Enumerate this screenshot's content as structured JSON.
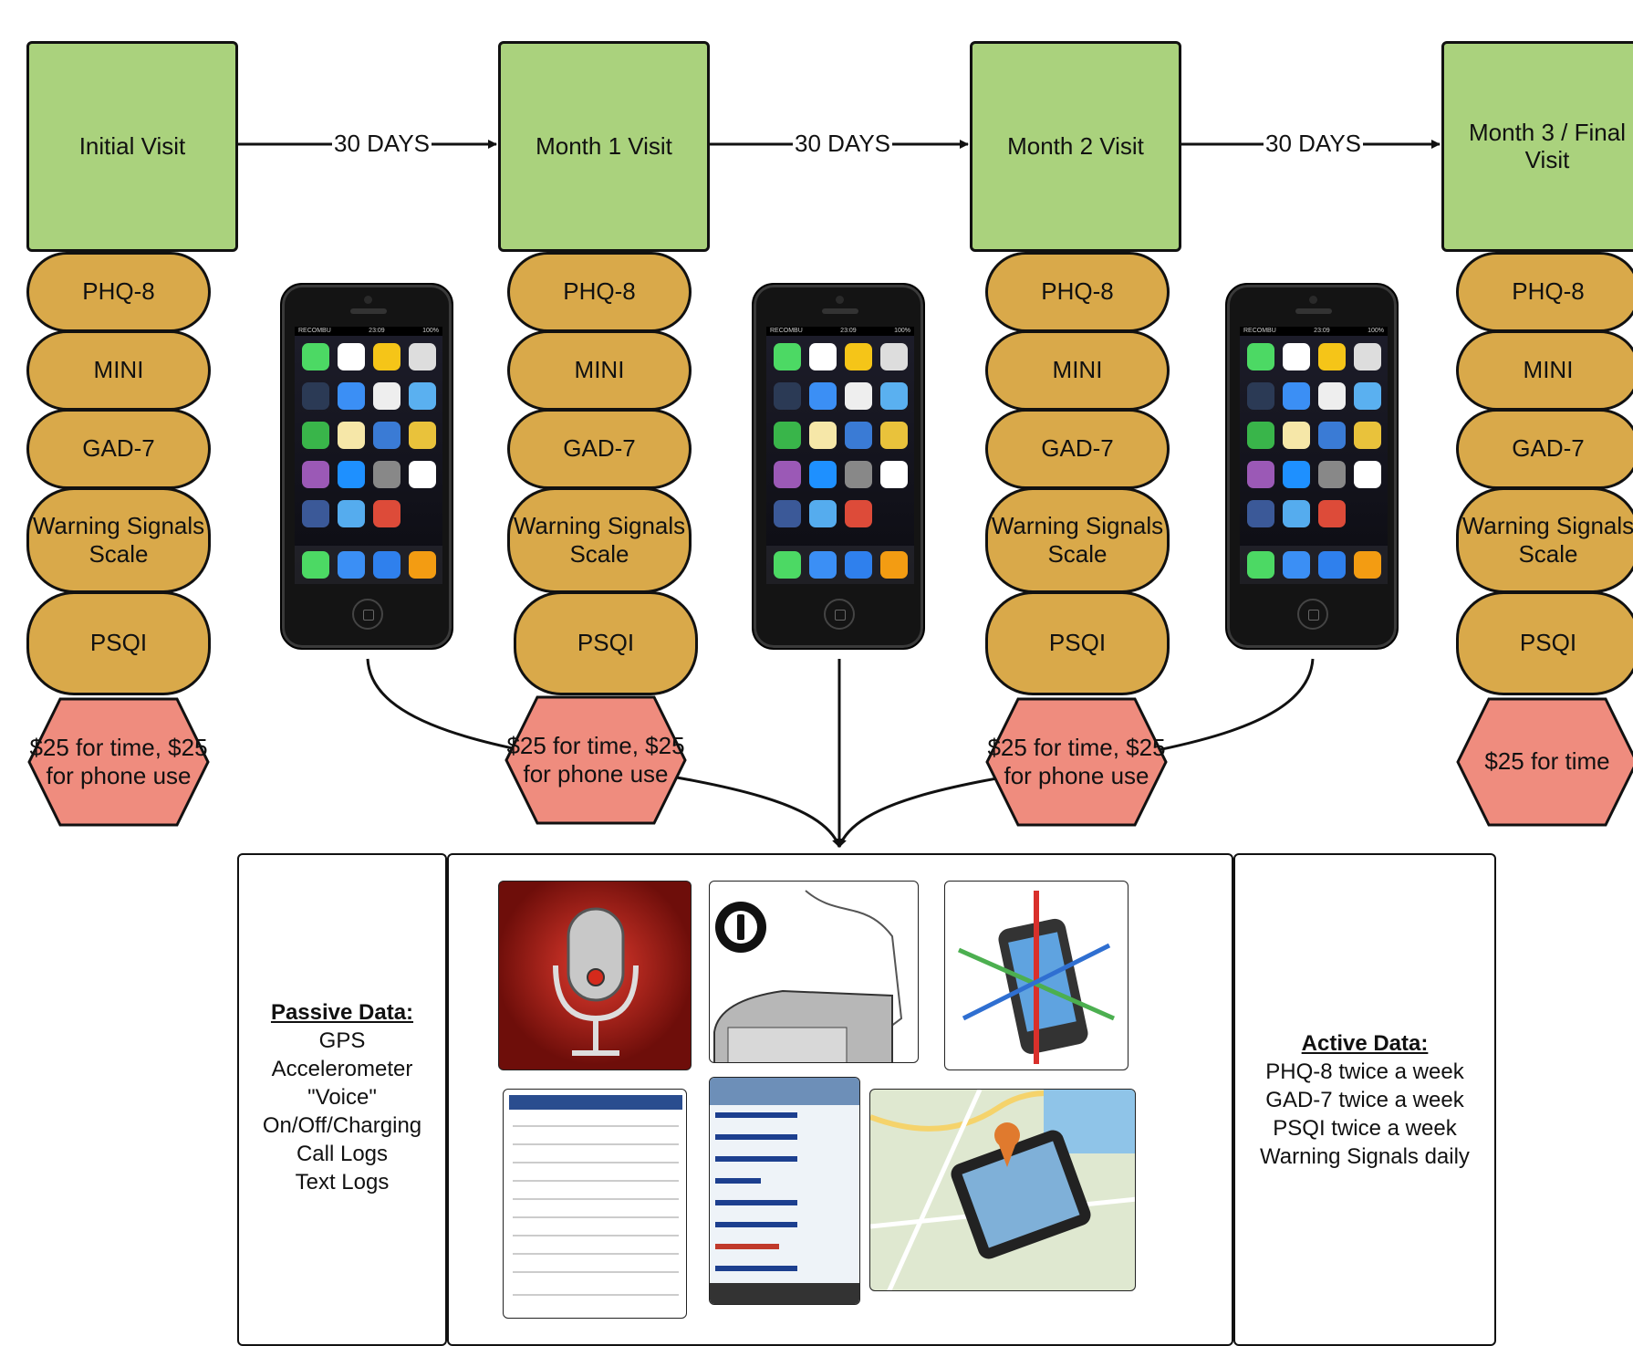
{
  "visits": [
    {
      "label": "Initial Visit"
    },
    {
      "label": "Month 1 Visit"
    },
    {
      "label": "Month 2 Visit"
    },
    {
      "label": "Month 3 / Final Visit"
    }
  ],
  "interval_label": "30 DAYS",
  "assessments": [
    "PHQ-8",
    "MINI",
    "GAD-7",
    "Warning Signals Scale",
    "PSQI"
  ],
  "payments": [
    "$25 for time, $25 for phone use",
    "$25 for time, $25 for phone use",
    "$25 for time, $25 for phone use",
    "$25 for time"
  ],
  "phone_status": {
    "carrier": "RECOMBU",
    "time": "23:09",
    "battery": "100%"
  },
  "passive": {
    "heading": "Passive Data:",
    "items": [
      "GPS",
      "Accelerometer",
      "\"Voice\"",
      "On/Off/Charging",
      "Call Logs",
      "Text Logs"
    ]
  },
  "active": {
    "heading": "Active Data:",
    "items": [
      "PHQ-8 twice a week",
      "GAD-7 twice a week",
      "PSQI twice a week",
      "Warning Signals daily"
    ]
  },
  "colors": {
    "visit": "#aad27d",
    "assessment": "#d9a94a",
    "payment": "#ef8c7e"
  }
}
